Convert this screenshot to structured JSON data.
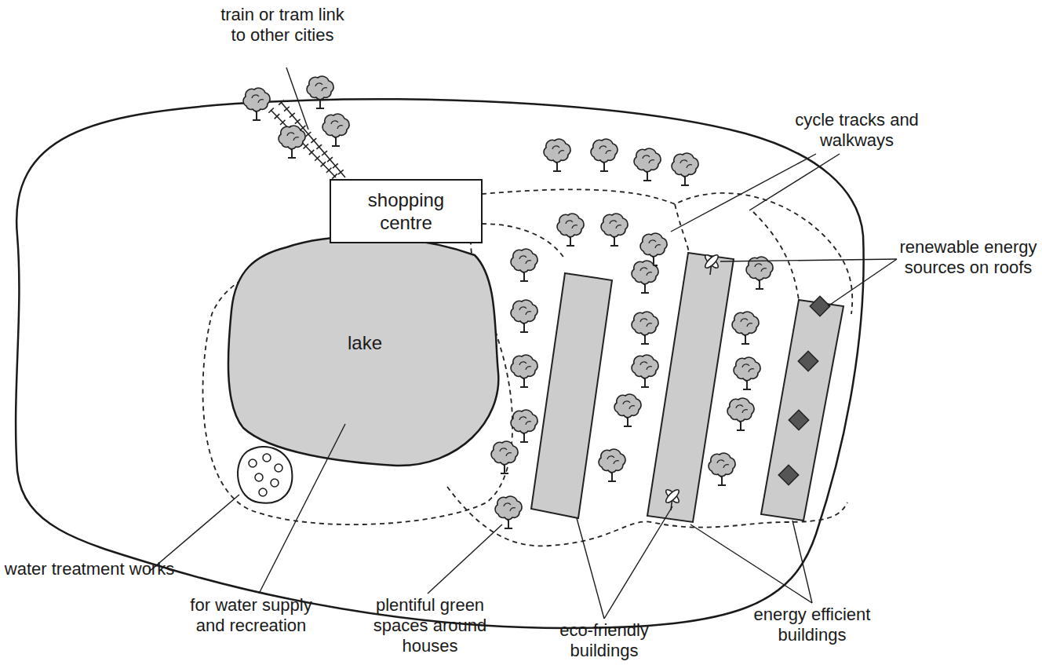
{
  "diagram": {
    "nodes": [
      {
        "text": [
          "shopping centre"
        ]
      },
      {
        "text": [
          "lake"
        ]
      }
    ],
    "labels": [
      "train or tram link to other cities",
      "cycle tracks and walkways",
      "renewable energy sources on roofs",
      "water treatment works",
      "for water supply and recreation",
      "plentiful green spaces around houses",
      "eco-friendly buildings",
      "energy efficient buildings"
    ]
  }
}
